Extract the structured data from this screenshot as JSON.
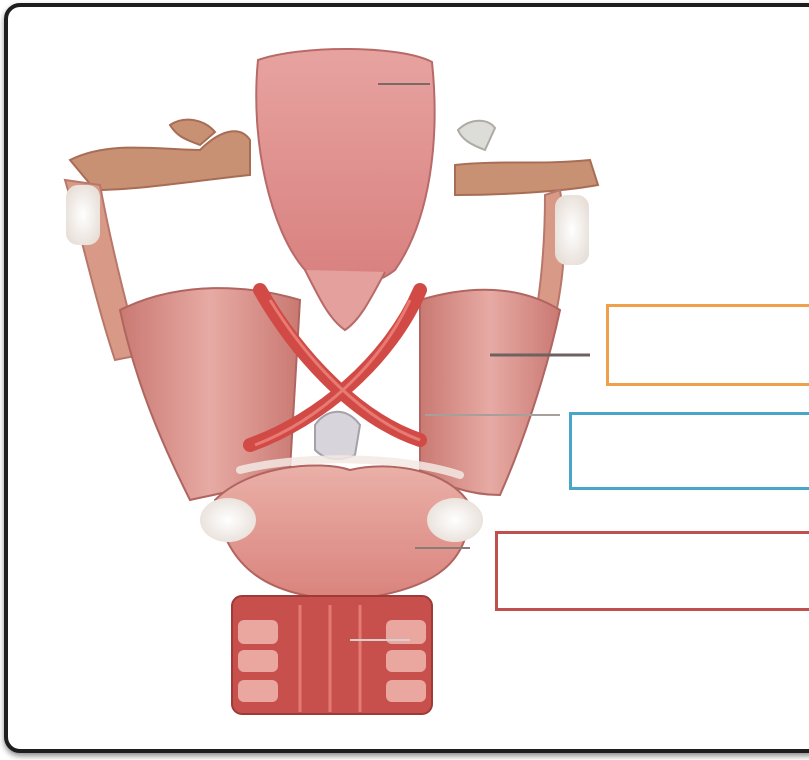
{
  "diagram": {
    "subject": "posterior-larynx-muscles",
    "frame_color": "#1e1e1e",
    "label_boxes": [
      {
        "id": "box-orange",
        "border_color": "#f0a04b",
        "label": ""
      },
      {
        "id": "box-blue",
        "border_color": "#4aa6c8",
        "label": ""
      },
      {
        "id": "box-red",
        "border_color": "#c0504d",
        "label": ""
      }
    ],
    "colors": {
      "cartilage": "#e9a79f",
      "muscle": "#d9534f",
      "ligament": "#f2efe8",
      "bone": "#c99173"
    }
  }
}
